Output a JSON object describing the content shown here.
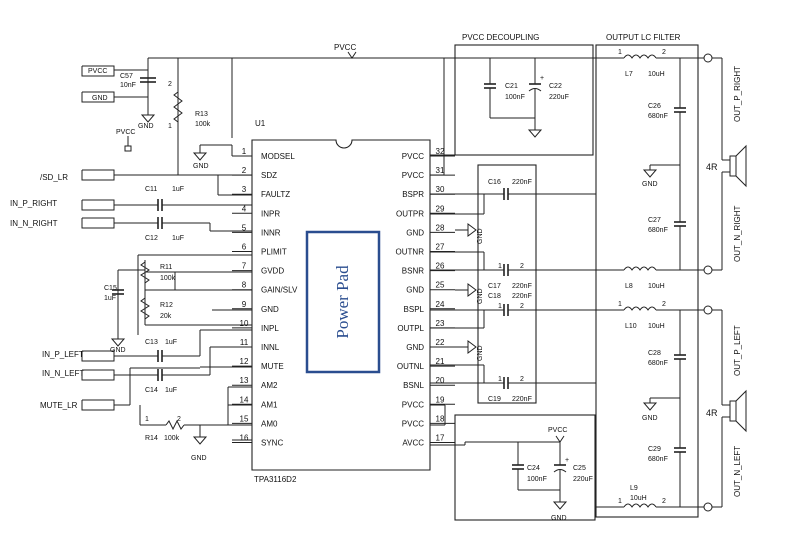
{
  "ic": {
    "ref": "U1",
    "part": "TPA3116D2",
    "pad_label": "Power Pad",
    "left_pins": [
      {
        "num": "1",
        "name": "MODSEL"
      },
      {
        "num": "2",
        "name": "SDZ"
      },
      {
        "num": "3",
        "name": "FAULTZ"
      },
      {
        "num": "4",
        "name": "INPR"
      },
      {
        "num": "5",
        "name": "INNR"
      },
      {
        "num": "6",
        "name": "PLIMIT"
      },
      {
        "num": "7",
        "name": "GVDD"
      },
      {
        "num": "8",
        "name": "GAIN/SLV"
      },
      {
        "num": "9",
        "name": "GND"
      },
      {
        "num": "10",
        "name": "INPL"
      },
      {
        "num": "11",
        "name": "INNL"
      },
      {
        "num": "12",
        "name": "MUTE"
      },
      {
        "num": "13",
        "name": "AM2"
      },
      {
        "num": "14",
        "name": "AM1"
      },
      {
        "num": "15",
        "name": "AM0"
      },
      {
        "num": "16",
        "name": "SYNC"
      }
    ],
    "right_pins": [
      {
        "num": "32",
        "name": "PVCC"
      },
      {
        "num": "31",
        "name": "PVCC"
      },
      {
        "num": "30",
        "name": "BSPR"
      },
      {
        "num": "29",
        "name": "OUTPR"
      },
      {
        "num": "28",
        "name": "GND"
      },
      {
        "num": "27",
        "name": "OUTNR"
      },
      {
        "num": "26",
        "name": "BSNR"
      },
      {
        "num": "25",
        "name": "GND"
      },
      {
        "num": "24",
        "name": "BSPL"
      },
      {
        "num": "23",
        "name": "OUTPL"
      },
      {
        "num": "22",
        "name": "GND"
      },
      {
        "num": "21",
        "name": "OUTNL"
      },
      {
        "num": "20",
        "name": "BSNL"
      },
      {
        "num": "19",
        "name": "PVCC"
      },
      {
        "num": "18",
        "name": "PVCC"
      },
      {
        "num": "17",
        "name": "AVCC"
      }
    ]
  },
  "nets": {
    "pvcc": "PVCC",
    "gnd": "GND",
    "sd": "/SD_LR",
    "in_p_right": "IN_P_RIGHT",
    "in_n_right": "IN_N_RIGHT",
    "in_p_left": "IN_P_LEFT",
    "in_n_left": "IN_N_LEFT",
    "mute": "MUTE_LR",
    "out_p_right": "OUT_P_RIGHT",
    "out_n_right": "OUT_N_RIGHT",
    "out_p_left": "OUT_P_LEFT",
    "out_n_left": "OUT_N_LEFT"
  },
  "sections": {
    "decoupling": "PVCC DECOUPLING",
    "filter": "OUTPUT LC FILTER"
  },
  "parts": {
    "c57": {
      "ref": "C57",
      "val": "10nF"
    },
    "r13": {
      "ref": "R13",
      "val": "100k"
    },
    "c11": {
      "ref": "C11",
      "val": "1uF"
    },
    "c12": {
      "ref": "C12",
      "val": "1uF"
    },
    "c13": {
      "ref": "C13",
      "val": "1uF"
    },
    "c14": {
      "ref": "C14",
      "val": "1uF"
    },
    "c15": {
      "ref": "C15",
      "val": "1uF"
    },
    "r11": {
      "ref": "R11",
      "val": "100k"
    },
    "r12": {
      "ref": "R12",
      "val": "20k"
    },
    "r14": {
      "ref": "R14",
      "val": "100k"
    },
    "c21": {
      "ref": "C21",
      "val": "100nF"
    },
    "c22": {
      "ref": "C22",
      "val": "220uF"
    },
    "c16": {
      "ref": "C16",
      "val": "220nF"
    },
    "c17": {
      "ref": "C17",
      "val": "220nF"
    },
    "c18": {
      "ref": "C18",
      "val": "220nF"
    },
    "c19": {
      "ref": "C19",
      "val": "220nF"
    },
    "c24": {
      "ref": "C24",
      "val": "100nF"
    },
    "c25": {
      "ref": "C25",
      "val": "220uF"
    },
    "l7": {
      "ref": "L7",
      "val": "10uH"
    },
    "l8": {
      "ref": "L8",
      "val": "10uH"
    },
    "l9": {
      "ref": "L9",
      "val": "10uH"
    },
    "l10": {
      "ref": "L10",
      "val": "10uH"
    },
    "c26": {
      "ref": "C26",
      "val": "680nF"
    },
    "c27": {
      "ref": "C27",
      "val": "680nF"
    },
    "c28": {
      "ref": "C28",
      "val": "680nF"
    },
    "c29": {
      "ref": "C29",
      "val": "680nF"
    },
    "spk_r": "4R",
    "spk_l": "4R"
  },
  "pin_marks": {
    "one": "1",
    "two": "2",
    "plus": "+"
  }
}
